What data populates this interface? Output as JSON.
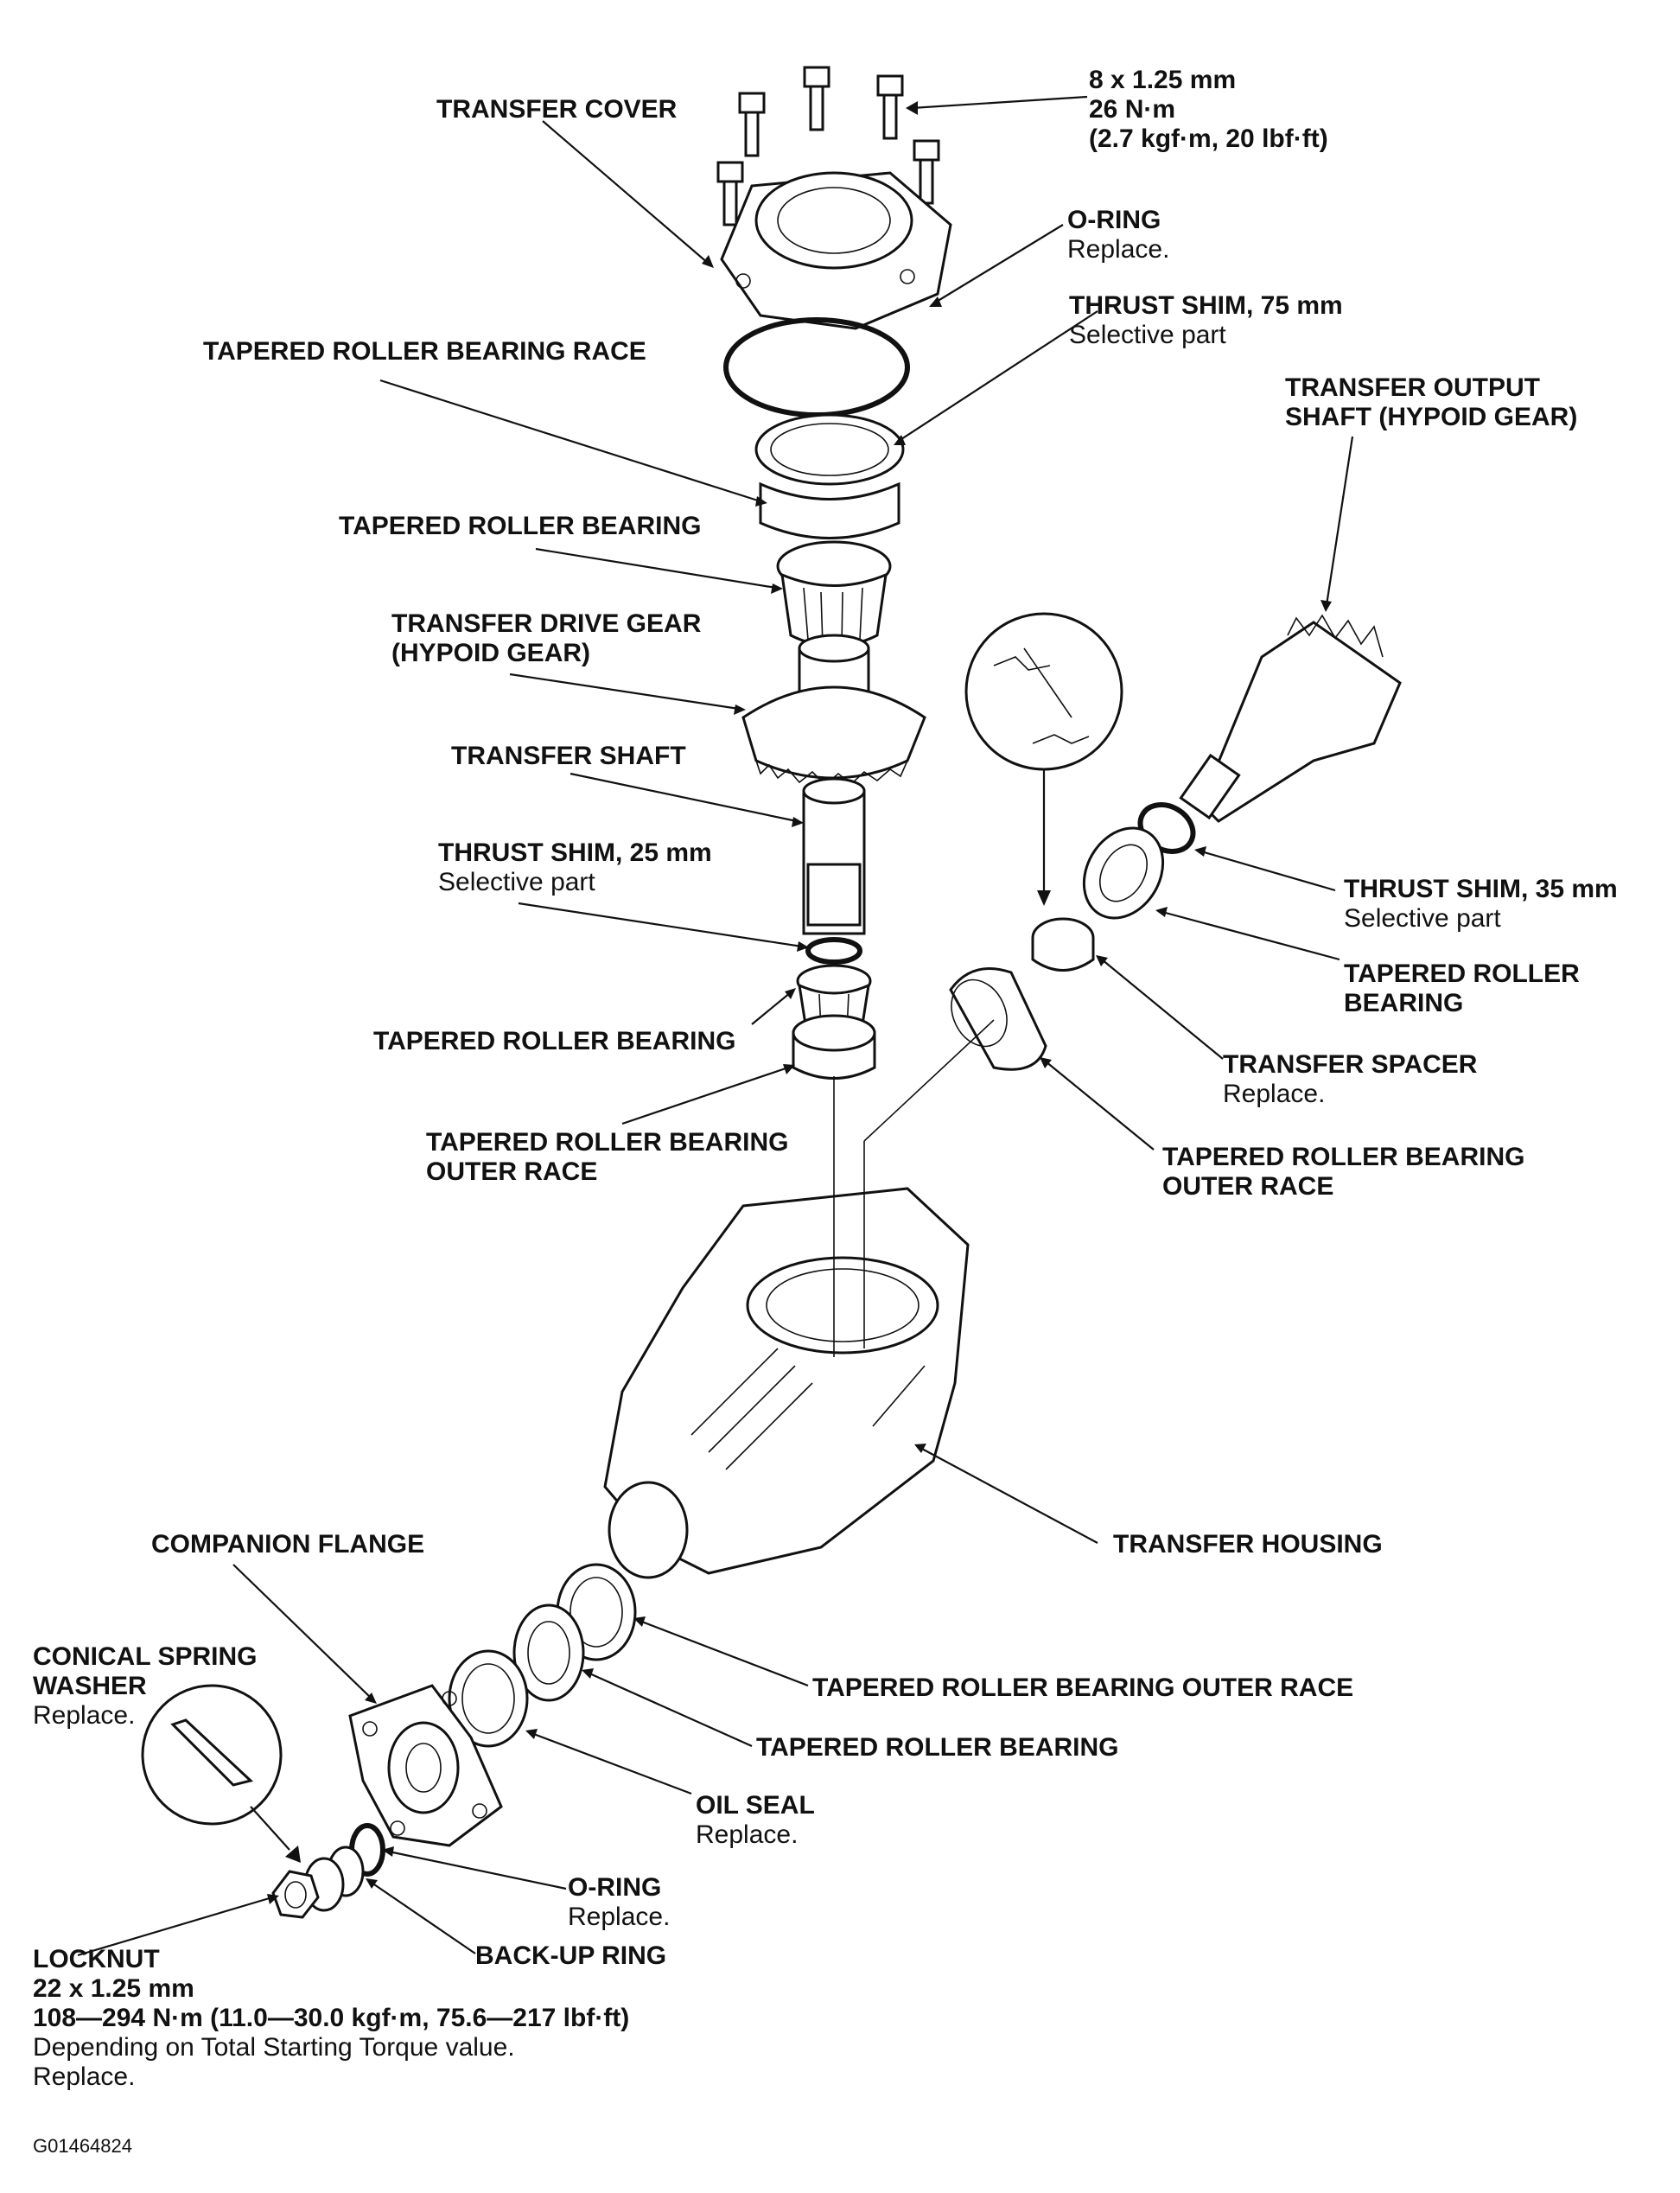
{
  "labels": {
    "bolt_spec": {
      "line1": "8 x 1.25 mm",
      "line2": "26 N·m",
      "line3": "(2.7 kgf·m, 20 lbf·ft)"
    },
    "transfer_cover": {
      "title": "TRANSFER COVER"
    },
    "o_ring_top": {
      "title": "O-RING",
      "note": "Replace."
    },
    "thrust_shim_75": {
      "title": "THRUST SHIM, 75 mm",
      "note": "Selective part"
    },
    "tapered_race_top": {
      "title": "TAPERED ROLLER BEARING RACE"
    },
    "transfer_output_shaft": {
      "line1": "TRANSFER OUTPUT",
      "line2": "SHAFT (HYPOID GEAR)"
    },
    "tapered_bearing_1": {
      "title": "TAPERED ROLLER BEARING"
    },
    "transfer_drive_gear": {
      "line1": "TRANSFER DRIVE GEAR",
      "line2": "(HYPOID GEAR)"
    },
    "transfer_shaft": {
      "title": "TRANSFER SHAFT"
    },
    "thrust_shim_25": {
      "title": "THRUST SHIM, 25 mm",
      "note": "Selective part"
    },
    "thrust_shim_35": {
      "title": "THRUST SHIM, 35 mm",
      "note": "Selective part"
    },
    "tapered_bearing_right": {
      "line1": "TAPERED ROLLER",
      "line2": "BEARING"
    },
    "tapered_bearing_2": {
      "title": "TAPERED ROLLER BEARING"
    },
    "transfer_spacer": {
      "title": "TRANSFER SPACER",
      "note": "Replace."
    },
    "outer_race_left": {
      "line1": "TAPERED ROLLER BEARING",
      "line2": "OUTER RACE"
    },
    "outer_race_right": {
      "line1": "TAPERED ROLLER BEARING",
      "line2": "OUTER RACE"
    },
    "companion_flange": {
      "title": "COMPANION FLANGE"
    },
    "transfer_housing": {
      "title": "TRANSFER HOUSING"
    },
    "conical_washer": {
      "line1": "CONICAL SPRING",
      "line2": "WASHER",
      "note": "Replace."
    },
    "outer_race_bottom": {
      "title": "TAPERED ROLLER BEARING OUTER RACE"
    },
    "tapered_bearing_bottom": {
      "title": "TAPERED ROLLER BEARING"
    },
    "oil_seal": {
      "title": "OIL SEAL",
      "note": "Replace."
    },
    "o_ring_bottom": {
      "title": "O-RING",
      "note": "Replace."
    },
    "backup_ring": {
      "title": "BACK-UP RING"
    },
    "locknut": {
      "line1": "LOCKNUT",
      "line2": "22 x 1.25 mm",
      "line3": "108—294 N·m (11.0—30.0 kgf·m, 75.6—217 lbf·ft)",
      "line4": "Depending on Total Starting Torque value.",
      "line5": "Replace."
    }
  },
  "figure_code": "G01464824"
}
